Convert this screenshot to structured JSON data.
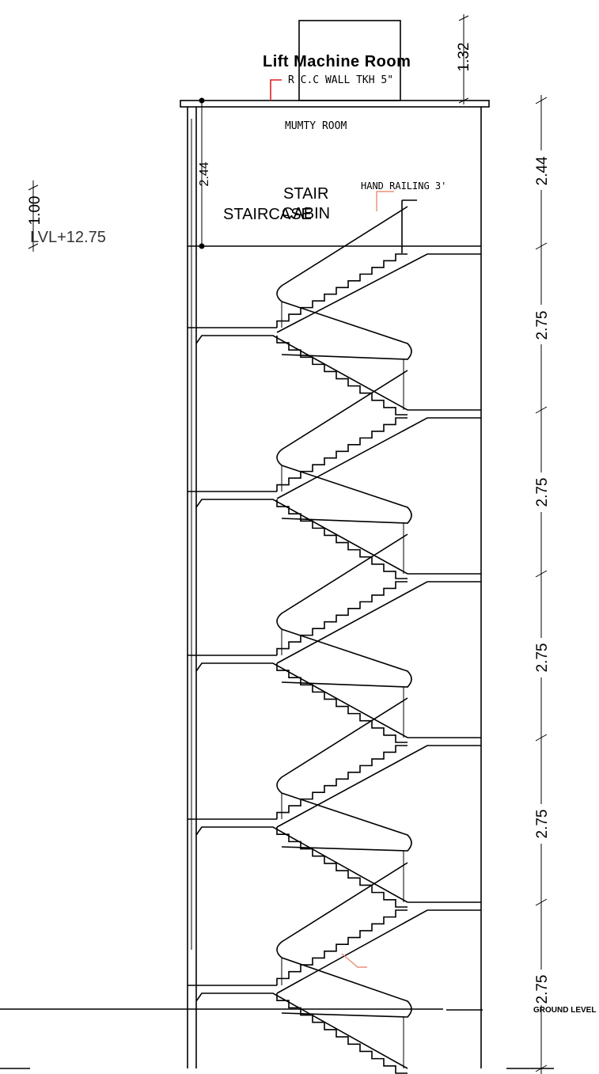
{
  "labels": {
    "lift_machine_room": "Lift Machine Room",
    "rcc_wall": "R C.C WALL TKH 5\"",
    "mumty_room": "MUMTY ROOM",
    "hand_railing": "HAND RAILING 3'",
    "stair": "STAIR",
    "cabin": "CABIN",
    "staircase": "STAIRCASE",
    "level": "LVL+12.75",
    "ground_level": "GROUND LEVEL"
  },
  "dimensions": {
    "lift_room_height": "1.32",
    "mumty_inner_height": "2.44",
    "mumty_right": "2.44",
    "floor_1": "2.75",
    "floor_2": "2.75",
    "floor_3": "2.75",
    "floor_4": "2.75",
    "floor_5": "2.75",
    "left_marker": "1.00"
  },
  "colors": {
    "line": "#000000",
    "leader_red": "#e02020",
    "leader_salmon": "#e8907a"
  }
}
